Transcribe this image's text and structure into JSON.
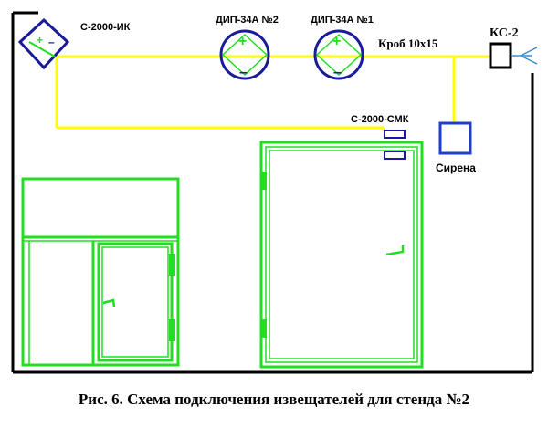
{
  "title_fragment": "",
  "devices": {
    "ik": {
      "label": "С-2000-ИК"
    },
    "dip2": {
      "label": "ДИП-34А №2"
    },
    "dip1": {
      "label": "ДИП-34А №1"
    },
    "ks": {
      "label": "КС-2"
    },
    "smk": {
      "label": "С-2000-СМК"
    },
    "siren": {
      "label": "Сирена"
    }
  },
  "cable": {
    "label": "Кроб 10х15"
  },
  "symbols": {
    "plus": "+",
    "minus": "–"
  },
  "caption": "Рис. 6. Схема подключения извещателей для стенда №2",
  "colors": {
    "wire": "#ffff00",
    "detector": "#1a1a9a",
    "detector_mark": "#00c000",
    "door": "#22dd22",
    "siren": "#1f3fc9",
    "wall": "#000000"
  }
}
